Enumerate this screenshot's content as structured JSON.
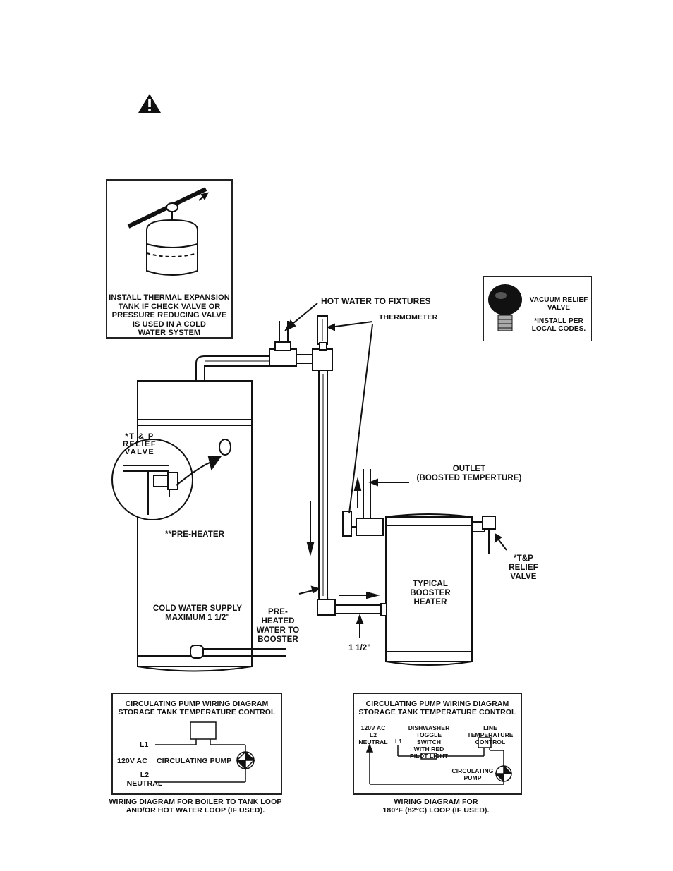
{
  "expansion_tank": {
    "caption": "INSTALL THERMAL EXPANSION\nTANK IF CHECK VALVE OR\nPRESSURE REDUCING VALVE\nIS USED IN A COLD\nWATER SYSTEM"
  },
  "vacuum_relief": {
    "caption_line1": "VACUUM RELIEF\nVALVE",
    "caption_line2": "*INSTALL PER\nLOCAL CODES."
  },
  "labels": {
    "hot_water": "HOT WATER TO FIXTURES",
    "thermometer": "THERMOMETER",
    "tp_relief_inset": "*T & P\nRELIEF\nVALVE",
    "outlet": "OUTLET\n(BOOSTED TEMPERTURE)",
    "tp_relief_booster": "*T&P\nRELIEF\nVALVE",
    "pre_heater": "**PRE-HEATER",
    "booster": "TYPICAL\nBOOSTER\nHEATER",
    "cold_supply": "COLD WATER SUPPLY\nMAXIMUM 1 1/2\"",
    "pre_heated": "PRE-HEATED\nWATER TO\nBOOSTER",
    "pipe_size": "1 1/2\""
  },
  "wiring_left": {
    "title": "CIRCULATING PUMP WIRING DIAGRAM\nSTORAGE TANK TEMPERATURE CONTROL",
    "l1": "L1",
    "v120": "120V AC",
    "pump": "CIRCULATING PUMP",
    "l2": "L2\nNEUTRAL",
    "caption": "WIRING DIAGRAM FOR BOILER TO TANK LOOP\nAND/OR HOT WATER LOOP (IF USED)."
  },
  "wiring_right": {
    "title": "CIRCULATING PUMP WIRING DIAGRAM\nSTORAGE TANK TEMPERATURE CONTROL",
    "v120": "120V AC\nL2\nNEUTRAL",
    "l1": "L1",
    "toggle": "DISHWASHER\nTOGGLE\nSWITCH\nWITH RED\nPILOT LIGHT",
    "line_temp": "LINE\nTEMPERATURE\nCONTROL",
    "pump": "CIRCULATING\nPUMP",
    "caption": "WIRING DIAGRAM FOR\n180°F (82°C) LOOP (IF USED)."
  }
}
